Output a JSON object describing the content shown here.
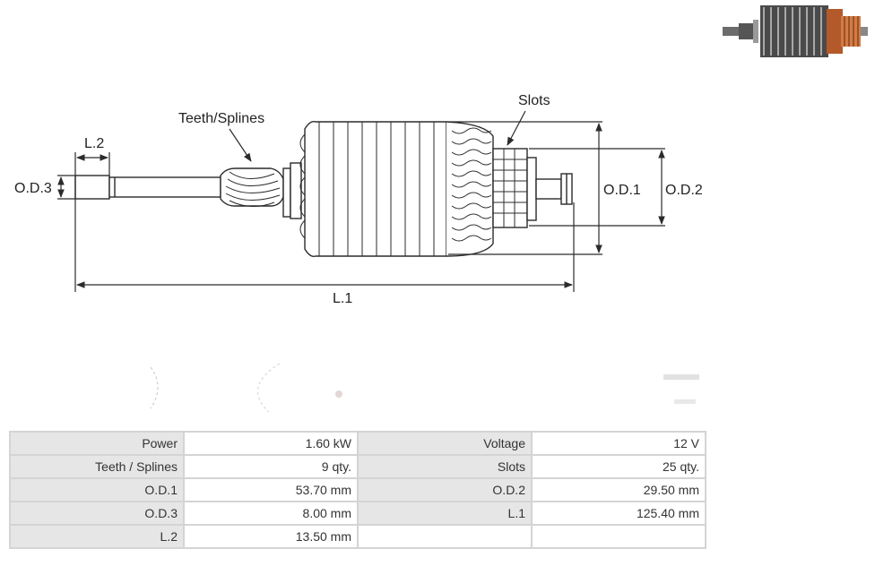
{
  "labels": {
    "teeth": "Teeth/Splines",
    "slots": "Slots",
    "l2": "L.2",
    "od3": "O.D.3",
    "od1": "O.D.1",
    "od2": "O.D.2",
    "l1": "L.1"
  },
  "colors": {
    "line": "#2b2b2b",
    "header_bg": "#e6e6e6",
    "border": "#d4d4d4",
    "copper": "#c8743a"
  },
  "specs": [
    [
      {
        "k": "Power",
        "v": "1.60 kW"
      },
      {
        "k": "Voltage",
        "v": "12 V"
      }
    ],
    [
      {
        "k": "Teeth / Splines",
        "v": "9 qty."
      },
      {
        "k": "Slots",
        "v": "25 qty."
      }
    ],
    [
      {
        "k": "O.D.1",
        "v": "53.70 mm"
      },
      {
        "k": "O.D.2",
        "v": "29.50 mm"
      }
    ],
    [
      {
        "k": "O.D.3",
        "v": "8.00 mm"
      },
      {
        "k": "L.1",
        "v": "125.40 mm"
      }
    ],
    [
      {
        "k": "L.2",
        "v": "13.50 mm"
      },
      {
        "k": "",
        "v": ""
      }
    ]
  ]
}
